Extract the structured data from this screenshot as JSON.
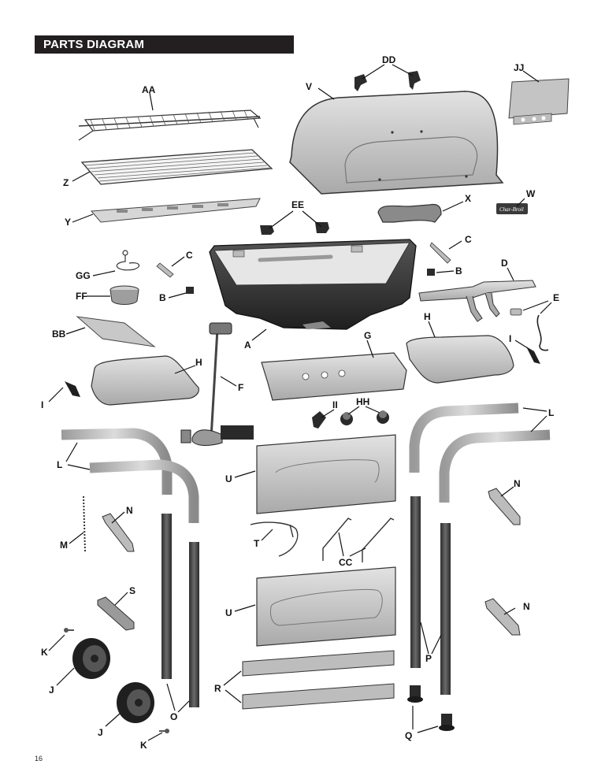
{
  "header": {
    "title": "PARTS DIAGRAM"
  },
  "footer": {
    "page_number": "16"
  },
  "colors": {
    "header_bg": "#231f20",
    "part_fill": "#c9c9c9",
    "part_dark": "#3c3c3c",
    "line": "#111111"
  },
  "labels": {
    "AA": "AA",
    "DD": "DD",
    "V": "V",
    "JJ": "JJ",
    "Z": "Z",
    "Y": "Y",
    "EE": "EE",
    "X": "X",
    "W": "W",
    "C1": "C",
    "C2": "C",
    "GG": "GG",
    "D": "D",
    "B1": "B",
    "B2": "B",
    "FF": "FF",
    "E": "E",
    "BB": "BB",
    "A": "A",
    "G": "G",
    "H1": "H",
    "H2": "H",
    "I1": "I",
    "I2": "I",
    "F": "F",
    "II": "II",
    "HH": "HH",
    "L1": "L",
    "L2": "L",
    "U1": "U",
    "U2": "U",
    "N1": "N",
    "N2": "N",
    "N3": "N",
    "M": "M",
    "T": "T",
    "CC": "CC",
    "S": "S",
    "K1": "K",
    "K2": "K",
    "J1": "J",
    "J2": "J",
    "P": "P",
    "R": "R",
    "O": "O",
    "Q": "Q"
  },
  "logo_text": "Char-Broil"
}
